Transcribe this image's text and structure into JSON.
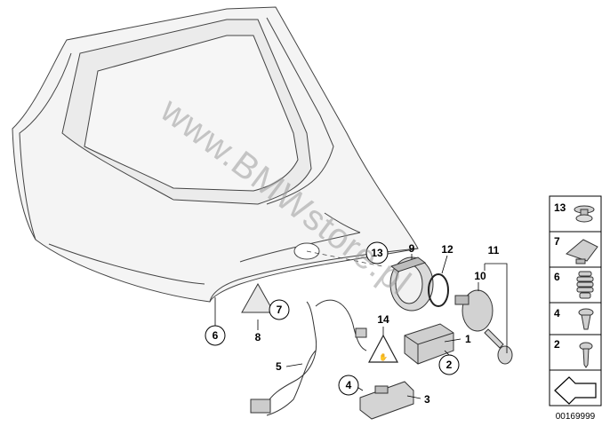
{
  "watermark": "www.BMWstore.pl",
  "figure_id": "00169999",
  "callouts": {
    "c1": "1",
    "c2": "2",
    "c3": "3",
    "c4": "4",
    "c5": "5",
    "c6": "6",
    "c7": "7",
    "c8": "8",
    "c9": "9",
    "c10": "10",
    "c11": "11",
    "c12": "12",
    "c13": "13",
    "c14": "14"
  },
  "legend": [
    {
      "label": "13",
      "icon": "screw-washer-icon"
    },
    {
      "label": "7",
      "icon": "clip-icon"
    },
    {
      "label": "6",
      "icon": "rubber-buffer-icon"
    },
    {
      "label": "4",
      "icon": "expanding-rivet-icon"
    },
    {
      "label": "2",
      "icon": "screw-icon"
    }
  ]
}
